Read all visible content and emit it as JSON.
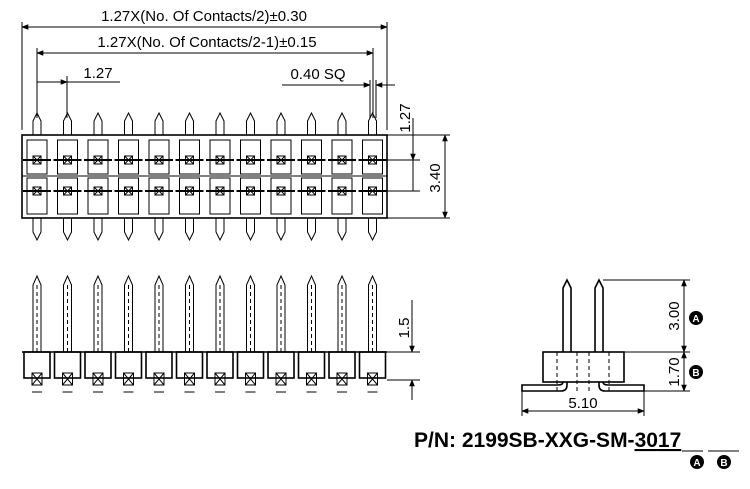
{
  "dimensions": {
    "overall_width": "1.27X(No. Of Contacts/2)±0.30",
    "center_span": "1.27X(No. Of Contacts/2-1)±0.15",
    "pitch": "1.27",
    "pin_square": "0.40 SQ",
    "row_pitch": "1.27",
    "body_depth": "3.40",
    "side_tail": "1.5",
    "pin_length_a": "3.00",
    "pin_height_b": "1.70",
    "footprint_width": "5.10"
  },
  "part_number": {
    "prefix": "P/N: 2199SB-XXG-SM-",
    "code_a": "30",
    "code_b": "17"
  },
  "markers": {
    "a": "A",
    "b": "B"
  }
}
